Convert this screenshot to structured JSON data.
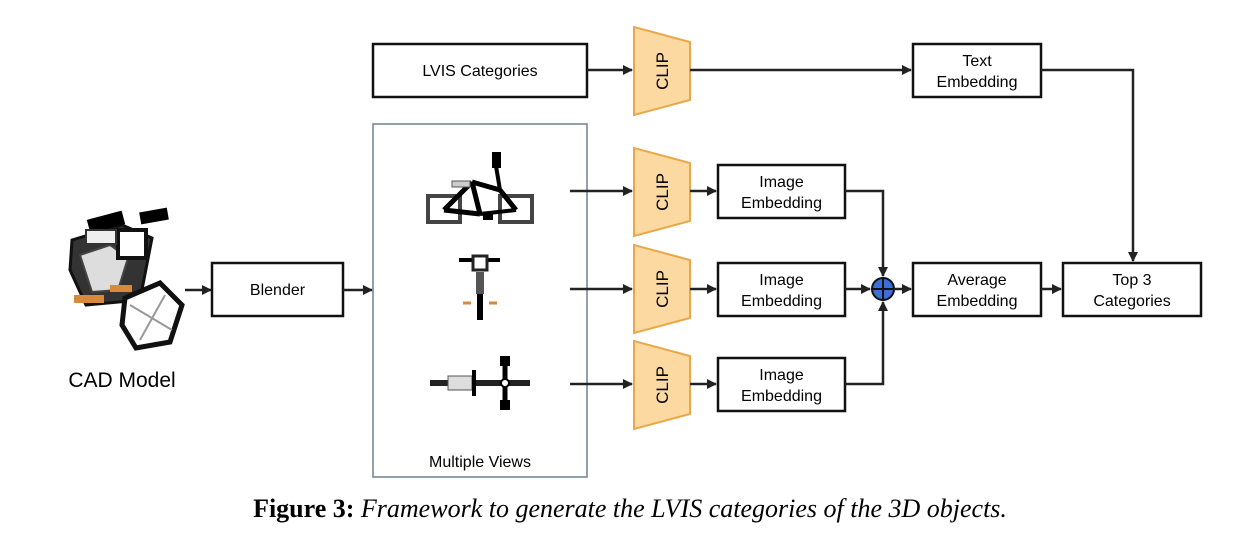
{
  "diagram": {
    "cad_model_label": "CAD Model",
    "blender_label": "Blender",
    "lvis_label": "LVIS Categories",
    "clip_label": "CLIP",
    "text_embedding": [
      "Text",
      "Embedding"
    ],
    "image_embedding": [
      "Image",
      "Embedding"
    ],
    "average_embedding": [
      "Average",
      "Embedding"
    ],
    "top3": [
      "Top 3",
      "Categories"
    ],
    "multiple_views_label": "Multiple Views"
  },
  "caption": {
    "number": "Figure 3:",
    "text": "Framework to generate the LVIS categories of the 3D objects."
  },
  "colors": {
    "clip_fill": "#fcd9a0",
    "clip_stroke": "#e8a84a",
    "sum_fill": "#3a6fd8",
    "panel_stroke": "#6f8090"
  }
}
